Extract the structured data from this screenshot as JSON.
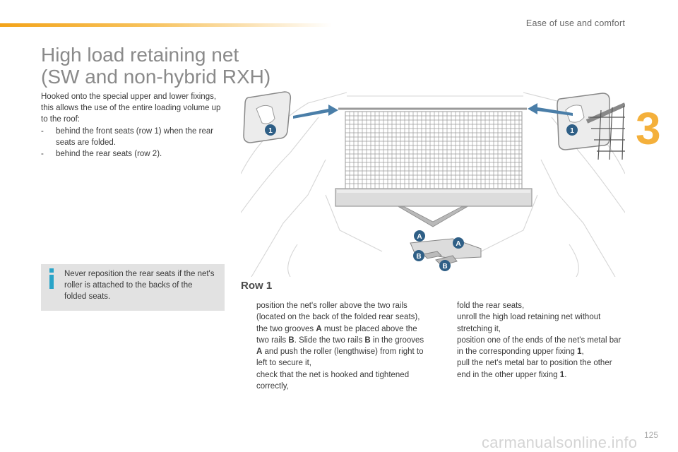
{
  "header": {
    "section": "Ease of use and comfort",
    "chapter_number": "3"
  },
  "title": {
    "line1": "High load retaining net",
    "line2": "(SW and non-hybrid RXH)"
  },
  "intro": {
    "paragraph": "Hooked onto the special upper and lower fixings, this allows the use of the entire loading volume up to the roof:",
    "items": [
      {
        "mark": "-",
        "text": "behind the front seats (row 1) when the rear seats are folded."
      },
      {
        "mark": "-",
        "text": "behind the rear seats (row 2)."
      }
    ]
  },
  "info_box": {
    "text": "Never reposition the rear seats if the net's roller is attached to the backs of the folded seats.",
    "accent_color": "#2aa4c8"
  },
  "illustration": {
    "callouts": {
      "fixing": "1",
      "groove": "A",
      "rail": "B"
    }
  },
  "row1": {
    "title": "Row 1",
    "bullet": "",
    "col1": [
      {
        "parts": [
          "position the net's roller above the two rails (located on the back of the folded rear seats),"
        ]
      },
      {
        "parts": [
          "the two grooves ",
          "A",
          " must be placed above the two rails ",
          "B",
          ". Slide the two rails ",
          "B",
          " in the grooves ",
          "A",
          " and push the roller (lengthwise) from right to left to secure it,"
        ]
      },
      {
        "parts": [
          "check that the net is hooked and tightened correctly,"
        ]
      }
    ],
    "col2": [
      {
        "parts": [
          "fold the rear seats,"
        ]
      },
      {
        "parts": [
          "unroll the high load retaining net without stretching it,"
        ]
      },
      {
        "parts": [
          "position one of the ends of the net's metal bar in the corresponding upper fixing ",
          "1",
          ","
        ]
      },
      {
        "parts": [
          "pull the net's metal bar to position the other end in the other upper fixing ",
          "1",
          "."
        ]
      }
    ]
  },
  "footer": {
    "page_number": "125",
    "watermark": "carmanualsonline.info"
  },
  "colors": {
    "accent_orange": "#f3a319",
    "title_gray": "#8a8a8a",
    "info_blue": "#2aa4c8"
  }
}
